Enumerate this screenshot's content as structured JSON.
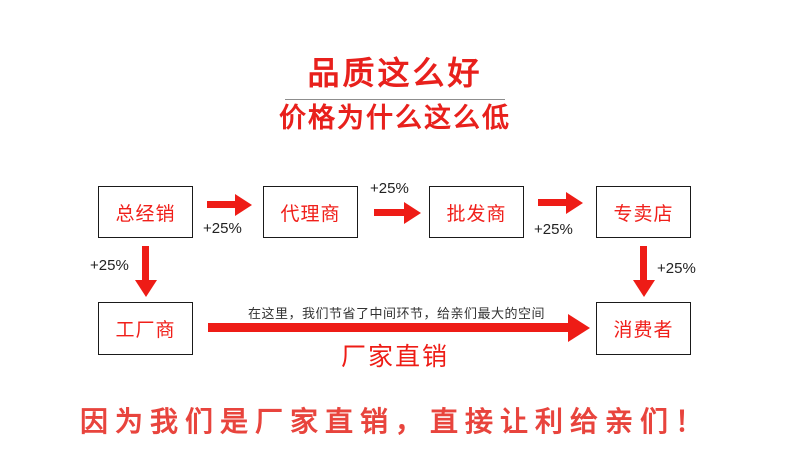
{
  "heading": {
    "line1": "品质这么好",
    "line2": "价格为什么这么低"
  },
  "colors": {
    "red": "#ee1c16",
    "heading_red": "#e8201c",
    "footer_red": "#e8443d",
    "box_border": "#1a1a1a",
    "label_text": "#222222"
  },
  "nodes": {
    "distributor": "总经销",
    "agent": "代理商",
    "wholesaler": "批发商",
    "store": "专卖店",
    "factory": "工厂商",
    "consumer": "消费者"
  },
  "markups": {
    "distributor_to_agent": "+25%",
    "agent_to_wholesaler": "+25%",
    "wholesaler_to_store": "+25%",
    "store_to_consumer": "+25%",
    "distributor_to_factory": "+25%"
  },
  "direct": {
    "note": "在这里，我们节省了中间环节，给亲们最大的空间",
    "label": "厂家直销"
  },
  "footer": {
    "text": "因为我们是厂家直销，直接让利给亲们！"
  }
}
